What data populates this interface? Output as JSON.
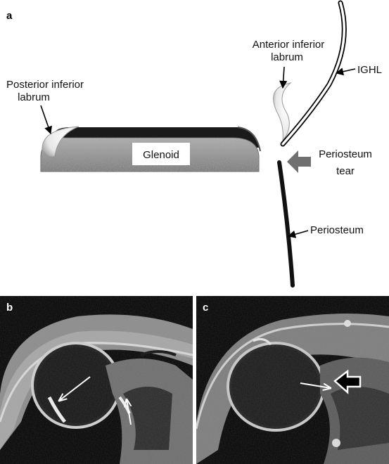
{
  "panels": {
    "a": "a",
    "b": "b",
    "c": "c"
  },
  "diagram": {
    "labels": {
      "posterior_line1": "Posterior inferior",
      "posterior_line2": "labrum",
      "anterior_line1": "Anterior inferior",
      "anterior_line2": "labrum",
      "ighl": "IGHL",
      "glenoid": "Glenoid",
      "periosteum_tear_line1": "Periosteum",
      "periosteum_tear_line2": "tear",
      "periosteum": "Periosteum"
    },
    "colors": {
      "glenoid_fill": "#9a9a9a",
      "cartilage": "#1a1a1a",
      "tear_arrow": "#707070",
      "periosteum": "#111111"
    }
  },
  "mri": {
    "background": "#050505",
    "panel_letter_color": "#ffffff"
  }
}
